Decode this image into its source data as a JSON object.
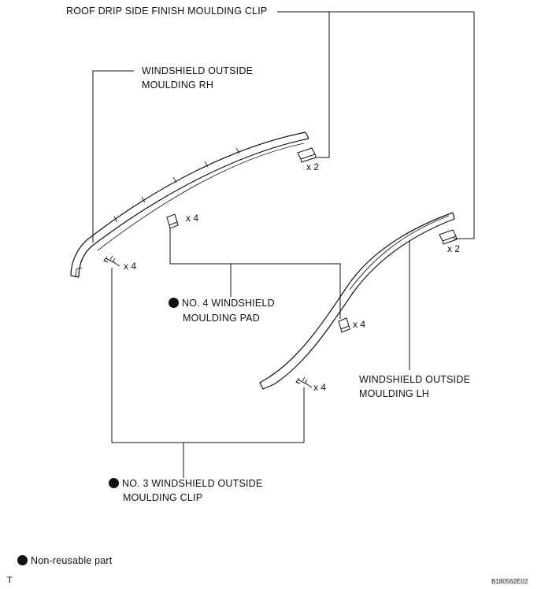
{
  "labels": {
    "roof_clip": "ROOF DRIP SIDE FINISH MOULDING CLIP",
    "rh_line1": "WINDSHIELD OUTSIDE",
    "rh_line2": "MOULDING RH",
    "pad_line1": "NO. 4 WINDSHIELD",
    "pad_line2": "MOULDING PAD",
    "lh_line1": "WINDSHIELD OUTSIDE",
    "lh_line2": "MOULDING LH",
    "clip3_line1": "NO. 3 WINDSHIELD OUTSIDE",
    "clip3_line2": "MOULDING CLIP"
  },
  "quantities": {
    "roof_clip_rh": "x 2",
    "roof_clip_lh": "x 2",
    "pad_rh": "x 4",
    "pad_lh": "x 4",
    "clip3_rh": "x 4",
    "clip3_lh": "x 4"
  },
  "legend": {
    "symbol": "●",
    "text": "Non-reusable part"
  },
  "footer": {
    "corner_mark": "T",
    "figure_code": "B180562E02"
  },
  "colors": {
    "ink": "#111111",
    "background": "#ffffff"
  }
}
